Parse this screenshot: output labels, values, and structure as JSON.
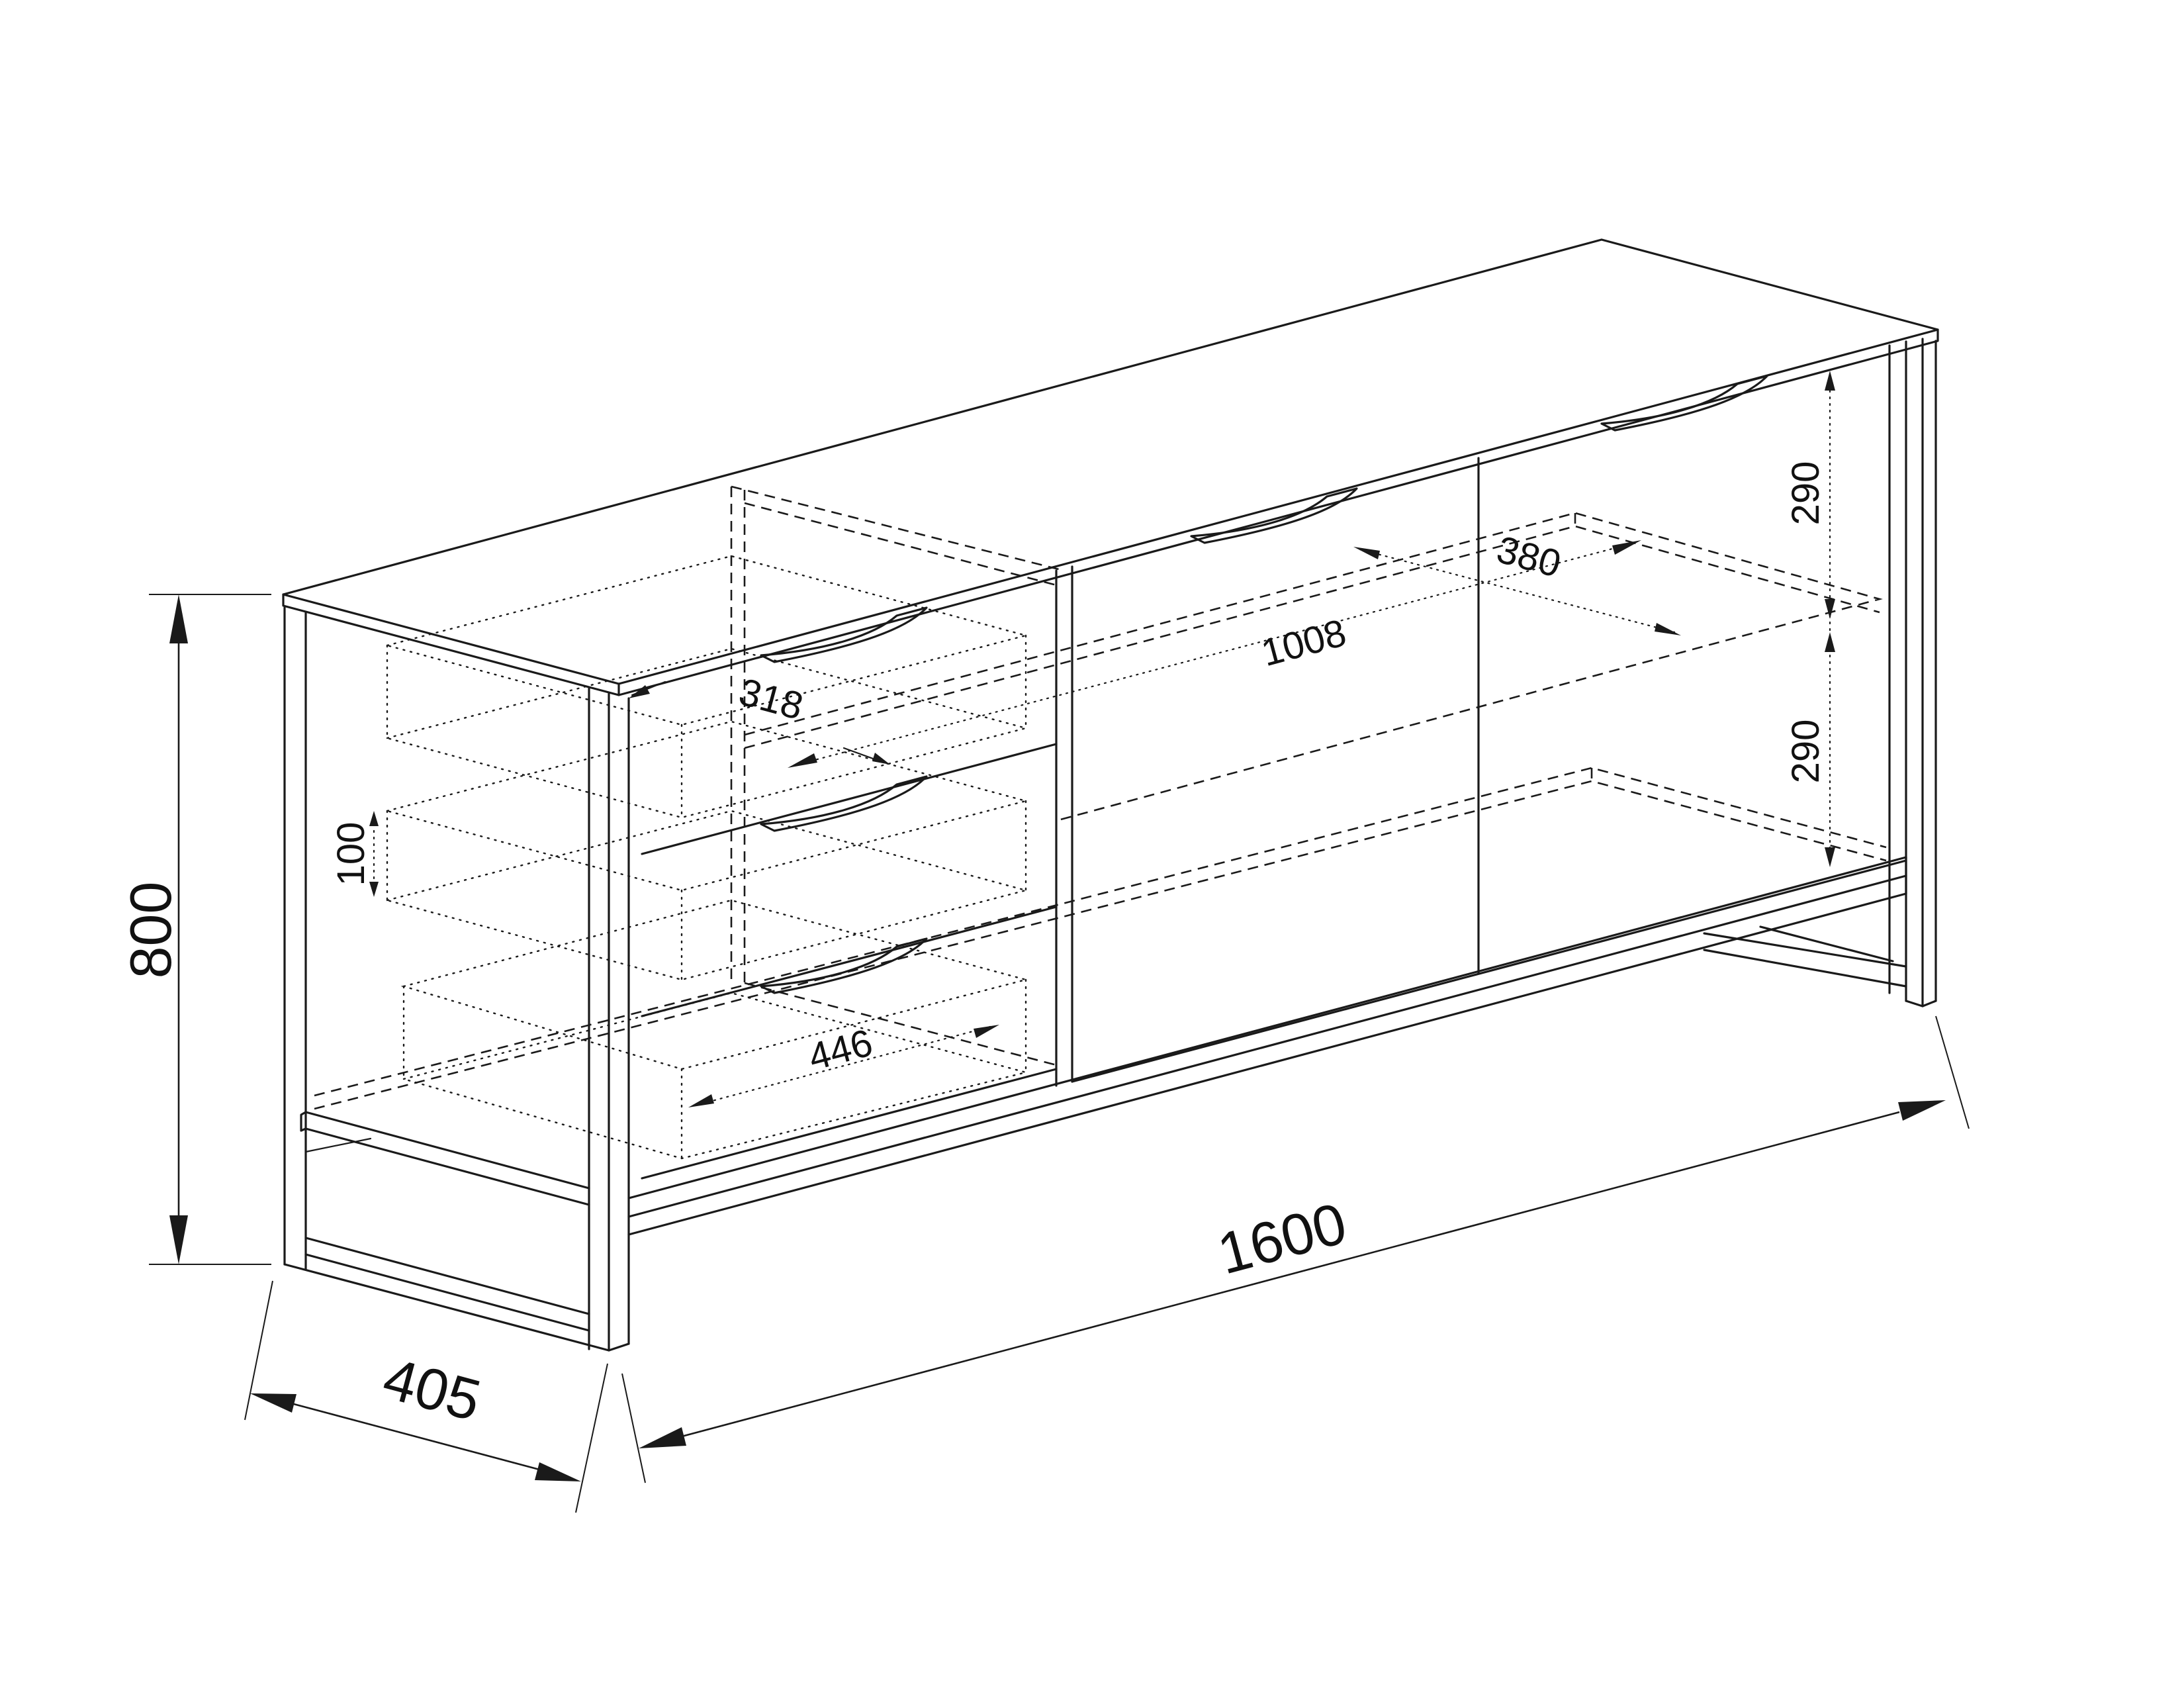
{
  "dimensions": {
    "height": "800",
    "depth": "405",
    "width": "1600",
    "shelf_width": "1008",
    "shelf_depth": "380",
    "compartment_upper": "290",
    "compartment_lower": "290",
    "drawer_height": "318",
    "drawer_depth": "446",
    "drawer_inner": "100"
  }
}
